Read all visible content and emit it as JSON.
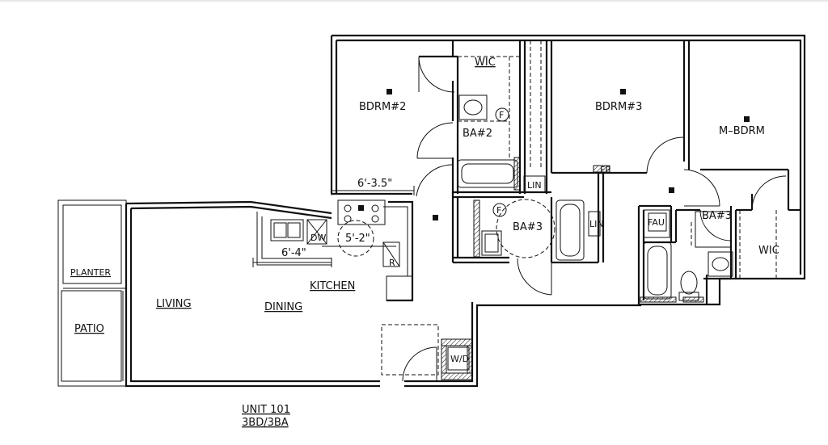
{
  "rooms": {
    "bdrm2": "BDRM#2",
    "bdrm3": "BDRM#3",
    "mbdrm": "M–BDRM",
    "wic_top": "WIC",
    "wic_master": "WIC",
    "ba2": "BA#2",
    "ba3": "BA#3",
    "ba_master": "BA#3",
    "lin1": "LIN",
    "lin2": "LIN",
    "fau": "FAU",
    "kitchen": "KITCHEN",
    "living": "LIVING",
    "dining": "DINING",
    "patio": "PATIO",
    "planter": "PLANTER",
    "wd": "W/D",
    "dw": "DW",
    "r": "R",
    "f1": "F",
    "f2": "F",
    "fp": "FP"
  },
  "dimensions": {
    "d1": "6'-3.5\"",
    "d2": "5'-2\"",
    "d3": "6'-4\""
  },
  "unit": {
    "name": "UNIT 101",
    "type": "3BD/3BA"
  }
}
